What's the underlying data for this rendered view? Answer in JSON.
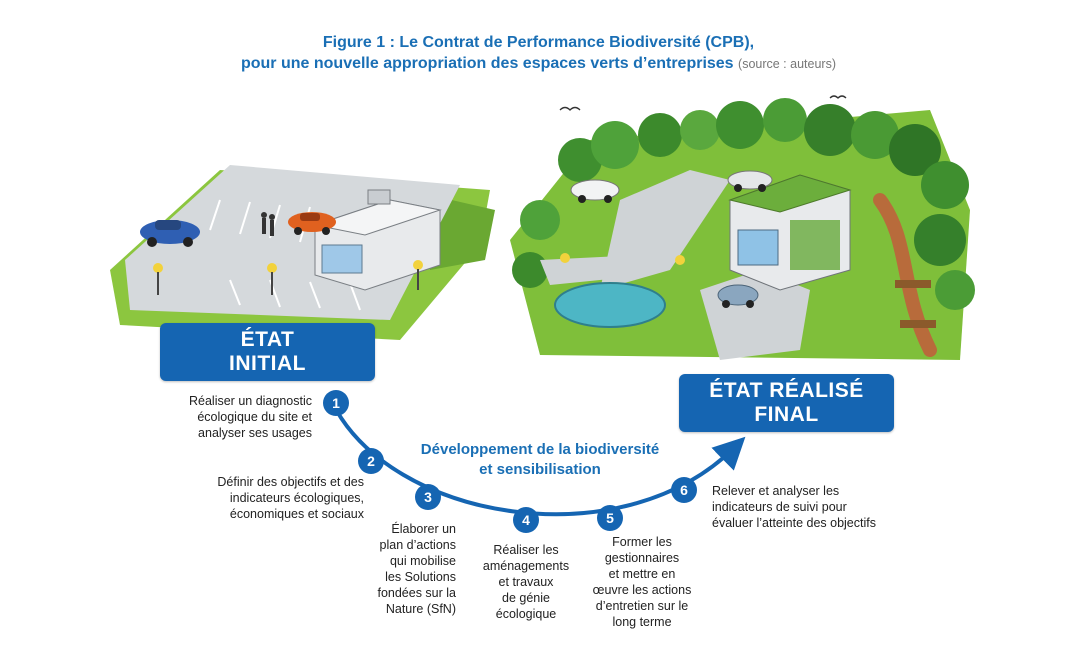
{
  "title": {
    "line1": "Figure 1 : Le Contrat de Performance Biodiversité (CPB),",
    "line2": "pour une nouvelle appropriation des espaces verts d’entreprises",
    "source": "(source : auteurs)"
  },
  "states": {
    "initial": {
      "line1": "ÉTAT",
      "line2": "INITIAL"
    },
    "final": {
      "line1": "ÉTAT RÉALISÉ",
      "line2": "FINAL"
    }
  },
  "center_label": {
    "line1": "Développement de la biodiversité",
    "line2": "et sensibilisation"
  },
  "steps": [
    {
      "number": "1",
      "lines": [
        "Réaliser un diagnostic",
        "écologique du site et",
        "analyser ses usages"
      ]
    },
    {
      "number": "2",
      "lines": [
        "Définir des objectifs et des",
        "indicateurs écologiques,",
        "économiques et sociaux"
      ]
    },
    {
      "number": "3",
      "lines": [
        "Élaborer un",
        "plan d’actions",
        "qui mobilise",
        "les Solutions",
        "fondées sur la",
        "Nature (SfN)"
      ]
    },
    {
      "number": "4",
      "lines": [
        "Réaliser les",
        "aménagements",
        "et travaux",
        "de génie",
        "écologique"
      ]
    },
    {
      "number": "5",
      "lines": [
        "Former les",
        "gestionnaires",
        "et mettre en",
        "œuvre les actions",
        "d’entretien sur le",
        "long terme"
      ]
    },
    {
      "number": "6",
      "lines": [
        "Relever et analyser les",
        "indicateurs de suivi pour",
        "évaluer l’atteinte des objectifs"
      ]
    }
  ],
  "colors": {
    "accent": "#1565b2",
    "title": "#1a6fb5",
    "grass": "#8cc63f",
    "pavement": "#cfd3d6"
  }
}
